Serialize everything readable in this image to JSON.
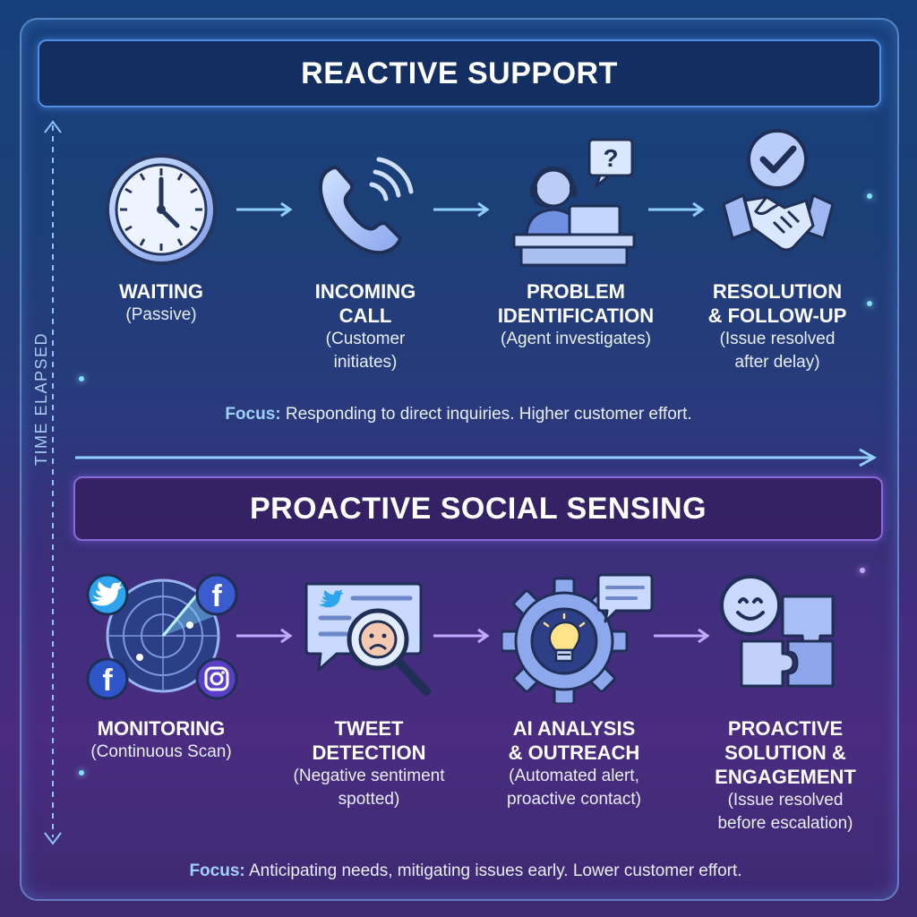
{
  "reactive": {
    "title": "REACTIVE SUPPORT",
    "steps": [
      {
        "title": "WAITING",
        "subtitle": "(Passive)",
        "icon": "clock-icon"
      },
      {
        "title": "INCOMING\nCALL",
        "subtitle": "(Customer\ninitiates)",
        "icon": "phone-icon"
      },
      {
        "title": "PROBLEM\nIDENTIFICATION",
        "subtitle": "(Agent investigates)",
        "icon": "agent-icon"
      },
      {
        "title": "RESOLUTION\n& FOLLOW-UP",
        "subtitle": "(Issue resolved\nafter delay)",
        "icon": "handshake-icon"
      }
    ],
    "focus_key": "Focus:",
    "focus_text": " Responding to direct inquiries. Higher customer effort."
  },
  "proactive": {
    "title": "PROACTIVE SOCIAL SENSING",
    "steps": [
      {
        "title": "MONITORING",
        "subtitle": "(Continuous Scan)",
        "icon": "radar-icon"
      },
      {
        "title": "TWEET\nDETECTION",
        "subtitle": "(Negative sentiment\nspotted)",
        "icon": "tweet-search-icon"
      },
      {
        "title": "AI ANALYSIS\n& OUTREACH",
        "subtitle": "(Automated alert,\nproactive contact)",
        "icon": "gear-bulb-icon"
      },
      {
        "title": "PROACTIVE\nSOLUTION &\nENGAGEMENT",
        "subtitle": "(Issue resolved\nbefore escalation)",
        "icon": "smile-puzzle-icon"
      }
    ],
    "focus_key": "Focus:",
    "focus_text": " Anticipating needs, mitigating issues early. Lower customer effort."
  },
  "axis_label": "TIME ELAPSED",
  "colors": {
    "accent": "#7ec8ff",
    "purple_accent": "#a58cf0",
    "text": "#ffffff"
  }
}
